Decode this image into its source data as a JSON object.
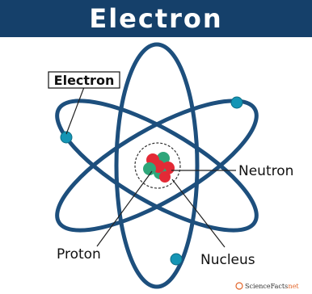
{
  "title": "Electron",
  "labels": {
    "electron": "Electron",
    "neutron": "Neutron",
    "proton": "Proton",
    "nucleus": "Nucleus"
  },
  "logo": {
    "text": "ScienceFacts",
    "suffix": ".net"
  },
  "colors": {
    "title_bg": "#15406a",
    "orbit": "#1d4f7d",
    "electron": "#1595b5",
    "proton": "#e32a36",
    "neutron": "#2ea67a"
  }
}
